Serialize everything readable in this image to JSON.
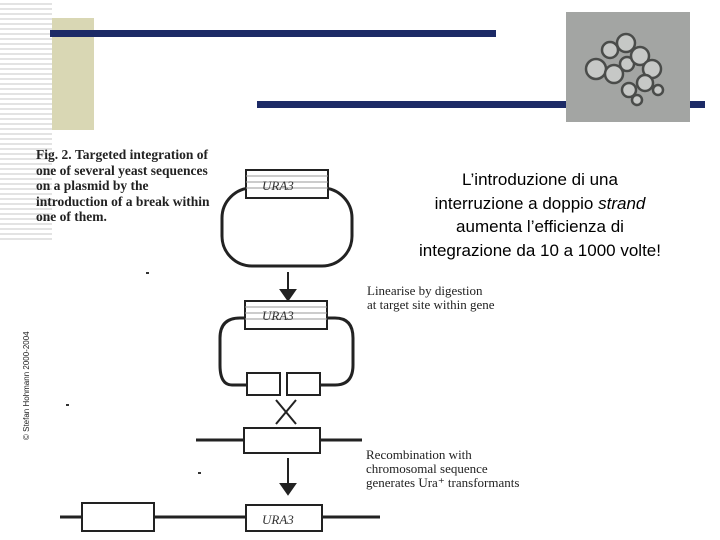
{
  "copyright": "© Stefan Hohmann 2000-2004",
  "figure": {
    "fig_number": "Fig. 2.",
    "caption": "Targeted integration of one of several yeast sequences on a plasmid by the introduction of a break within one of them.",
    "gene_label": "URA3",
    "step1_label": [
      "Linearise by digestion",
      "at target site within gene"
    ],
    "step2_label": [
      "Recombination with",
      "chromosomal sequence",
      "generates Ura⁺ transformants"
    ]
  },
  "main_text": {
    "line1": "L’introduzione di una",
    "line2_pre": "interruzione a doppio ",
    "line2_italic": "strand",
    "line3": "aumenta l’efficienza di",
    "line4": "integrazione da 10 a 1000 volte!"
  },
  "icons": {
    "photo": "yeast-cells-micrograph-icon"
  },
  "colors": {
    "bar": "#1c2a66",
    "accent_block": "#d9d7b4"
  }
}
